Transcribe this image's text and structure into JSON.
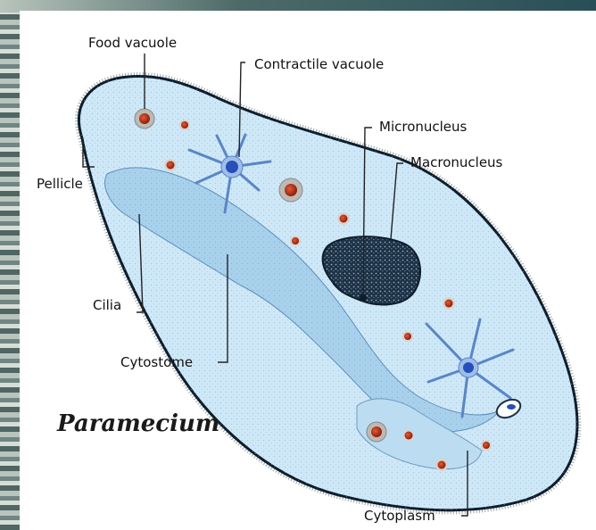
{
  "title": "Paramecium",
  "labels": {
    "food_vacuole": "Food vacuole",
    "contractile_vacuole": "Contractile vacuole",
    "micronucleus": "Micronucleus",
    "macronucleus": "Macronucleus",
    "pellicle": "Pellicle",
    "cilia": "Cilia",
    "cytostome": "Cytostome",
    "cytoplasm": "Cytoplasm"
  },
  "colors": {
    "cell_fill": "#cfe8f7",
    "cell_edge": "#0d1d2c",
    "groove_fill": "#a9d1ec",
    "macronucleus": "#1d3144",
    "vacuole": "#c0391e",
    "contractile": "#2550b8"
  }
}
